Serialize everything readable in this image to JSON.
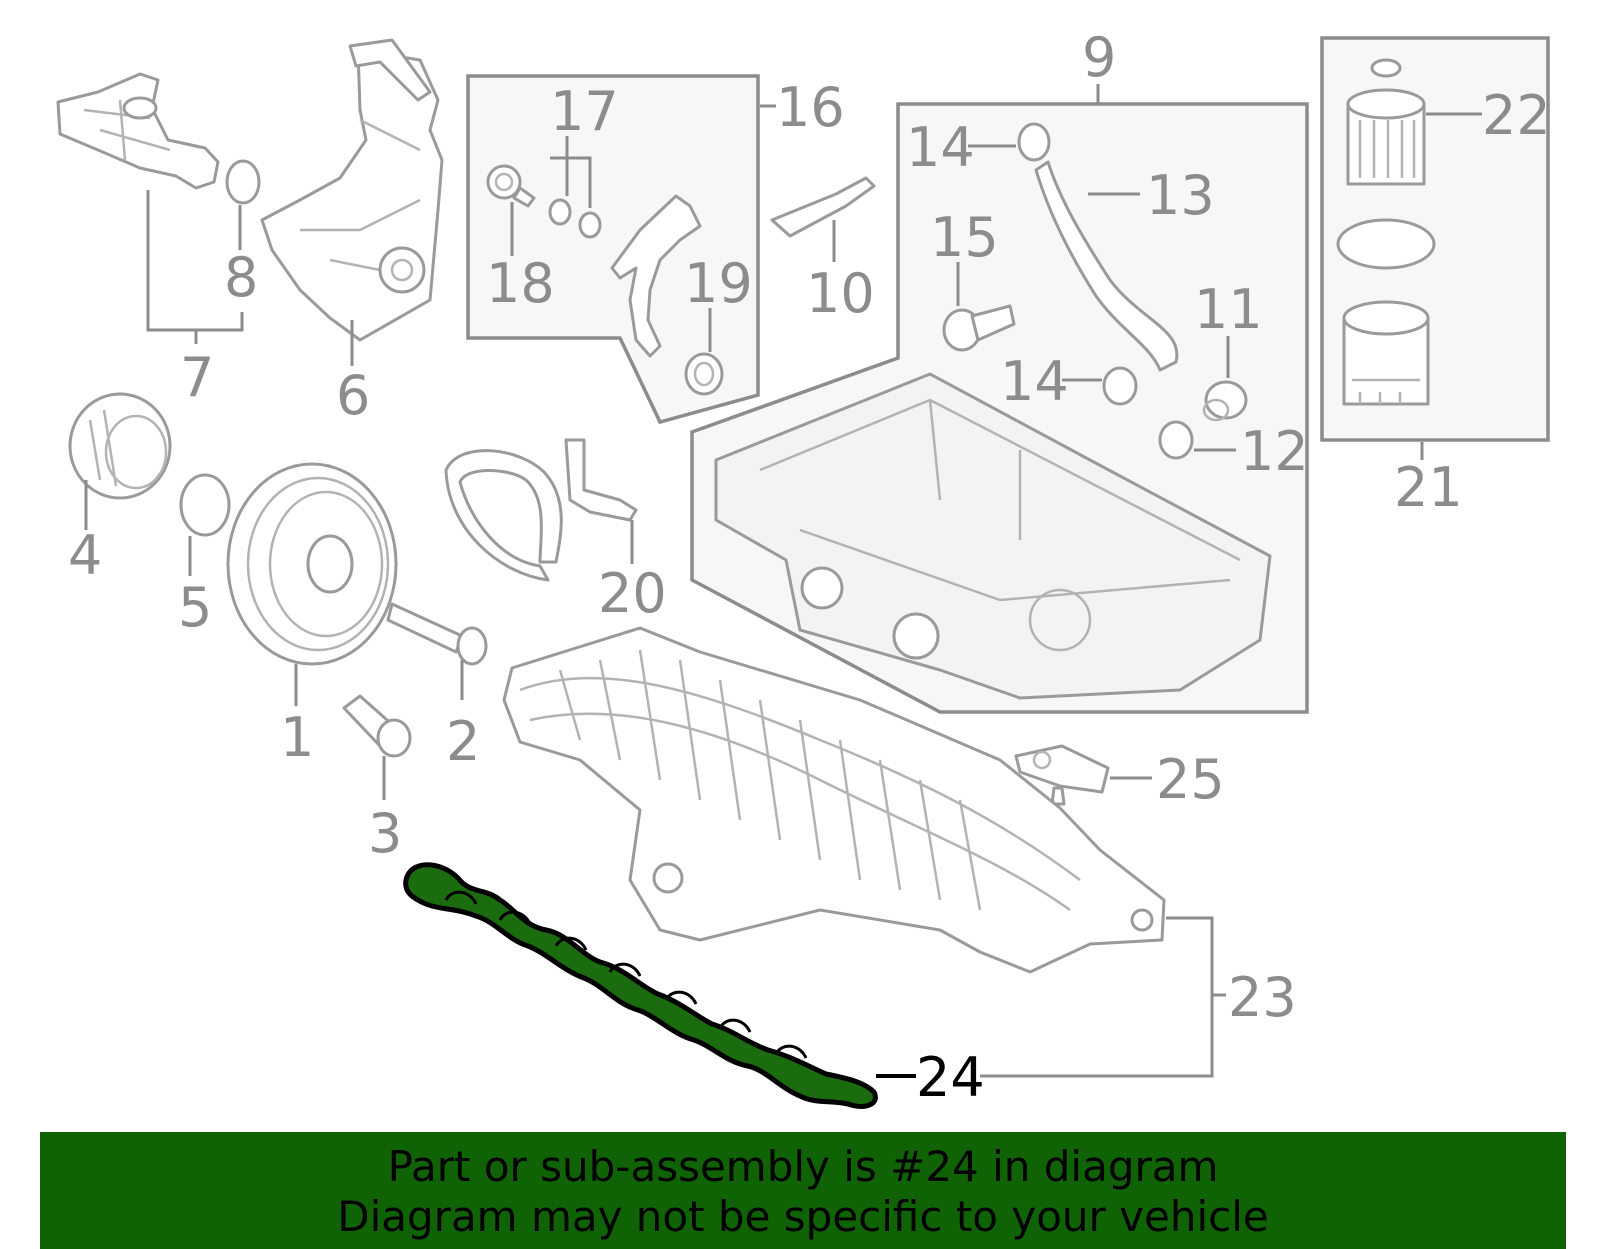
{
  "colors": {
    "part_gray": "#9a9a9a",
    "highlight_green": "#1b6b0f",
    "banner_green": "#106304",
    "active_label": "#000000"
  },
  "callouts": {
    "c1": "1",
    "c2": "2",
    "c3": "3",
    "c4": "4",
    "c5": "5",
    "c6": "6",
    "c7": "7",
    "c8": "8",
    "c9": "9",
    "c10": "10",
    "c11": "11",
    "c12": "12",
    "c13": "13",
    "c14a": "14",
    "c14b": "14",
    "c15": "15",
    "c16": "16",
    "c17": "17",
    "c18": "18",
    "c19": "19",
    "c20": "20",
    "c21": "21",
    "c22": "22",
    "c23": "23",
    "c24": "24",
    "c25": "25"
  },
  "highlighted_part": "24",
  "banner": {
    "line1": "Part or sub-assembly is #24 in diagram",
    "line2": "Diagram may not be specific to your vehicle"
  }
}
